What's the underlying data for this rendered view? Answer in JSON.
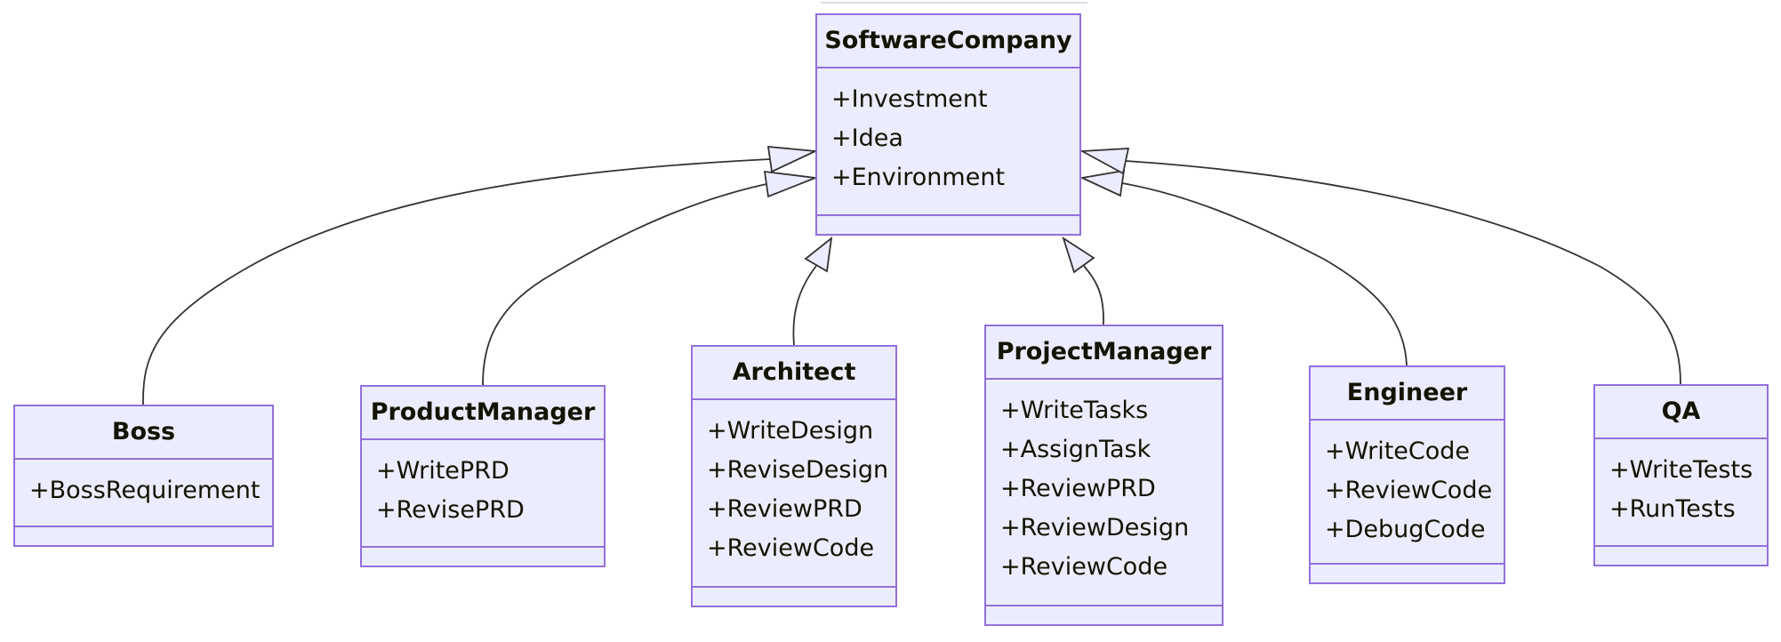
{
  "diagram": {
    "diagram_type": "uml-class-diagram",
    "colors": {
      "class_fill": "#ECECFF",
      "class_border": "#9370DB",
      "edge_line": "#333333",
      "text": "#131300",
      "background": "#ffffff"
    },
    "classes": [
      {
        "name": "SoftwareCompany",
        "members": [
          "+Investment",
          "+Idea",
          "+Environment"
        ]
      },
      {
        "name": "Boss",
        "members": [
          "+BossRequirement"
        ]
      },
      {
        "name": "ProductManager",
        "members": [
          "+WritePRD",
          "+RevisePRD"
        ]
      },
      {
        "name": "Architect",
        "members": [
          "+WriteDesign",
          "+ReviseDesign",
          "+ReviewPRD",
          "+ReviewCode"
        ]
      },
      {
        "name": "ProjectManager",
        "members": [
          "+WriteTasks",
          "+AssignTask",
          "+ReviewPRD",
          "+ReviewDesign",
          "+ReviewCode"
        ]
      },
      {
        "name": "Engineer",
        "members": [
          "+WriteCode",
          "+ReviewCode",
          "+DebugCode"
        ]
      },
      {
        "name": "QA",
        "members": [
          "+WriteTests",
          "+RunTests"
        ]
      }
    ],
    "relations": [
      {
        "from": "Boss",
        "to": "SoftwareCompany",
        "type": "inheritance",
        "marker": "hollow-triangle"
      },
      {
        "from": "ProductManager",
        "to": "SoftwareCompany",
        "type": "inheritance",
        "marker": "hollow-triangle"
      },
      {
        "from": "Architect",
        "to": "SoftwareCompany",
        "type": "inheritance",
        "marker": "hollow-triangle"
      },
      {
        "from": "ProjectManager",
        "to": "SoftwareCompany",
        "type": "inheritance",
        "marker": "hollow-triangle"
      },
      {
        "from": "Engineer",
        "to": "SoftwareCompany",
        "type": "inheritance",
        "marker": "hollow-triangle"
      },
      {
        "from": "QA",
        "to": "SoftwareCompany",
        "type": "inheritance",
        "marker": "hollow-triangle"
      }
    ]
  }
}
